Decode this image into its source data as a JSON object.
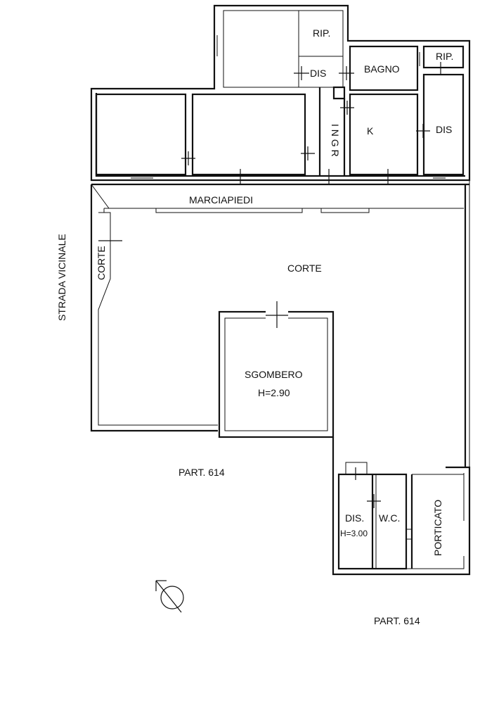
{
  "plan": {
    "rooms": {
      "rip_top": "RIP.",
      "dis_top": "DIS",
      "bagno": "BAGNO",
      "rip_right": "RIP.",
      "ingr": "I N G R",
      "k": "K",
      "dis_right": "DIS",
      "marciapiedi": "MARCIAPIEDI",
      "corte_main": "CORTE",
      "corte_side": "CORTE",
      "strada": "STRADA VICINALE",
      "sgombero": "SGOMBERO",
      "sgombero_h": "H=2.90",
      "part_1": "PART. 614",
      "part_2": "PART. 614",
      "dis_annex": "DIS.",
      "dis_annex_h": "H=3.00",
      "wc": "W.C.",
      "porticato": "PORTICATO"
    }
  }
}
